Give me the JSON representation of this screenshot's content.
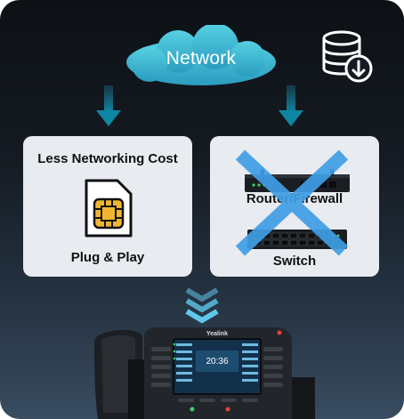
{
  "network": {
    "label": "Network"
  },
  "cards": {
    "left": {
      "title": "Less Networking Cost",
      "caption": "Plug & Play"
    },
    "right": {
      "router_label": "Router/Firewall",
      "switch_label": "Switch"
    }
  },
  "phone": {
    "brand": "Yealink",
    "time": "20:36"
  },
  "colors": {
    "cloud": "#4fc2d7",
    "arrow": "#0e7a94",
    "cross": "#3f9fe6",
    "chevron": "#5fc8ea"
  }
}
